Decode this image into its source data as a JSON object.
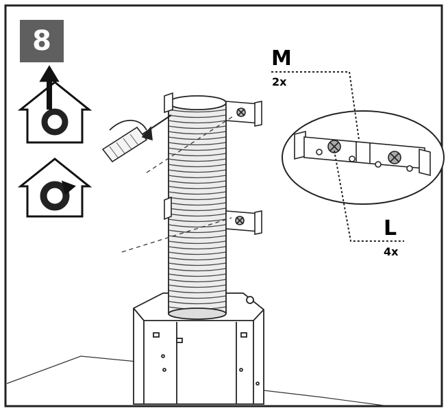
{
  "step": {
    "number": "8"
  },
  "callouts": {
    "m": {
      "letter": "M",
      "quantity": "2x"
    },
    "l": {
      "letter": "L",
      "quantity": "4x"
    }
  },
  "icons": [
    "extraction-mode-house-icon",
    "recirculation-mode-house-icon",
    "screwdriver-icon"
  ],
  "colors": {
    "badge": "#5f5f5f",
    "line": "#222222"
  }
}
